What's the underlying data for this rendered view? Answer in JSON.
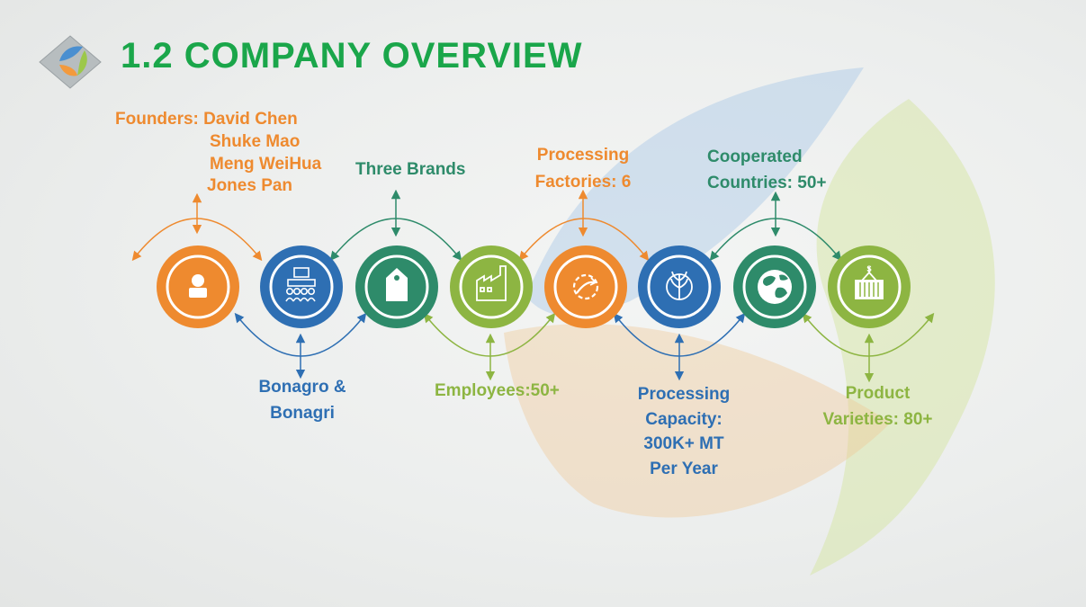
{
  "title": "1.2 COMPANY OVERVIEW",
  "colors": {
    "title_green": "#1aa64a",
    "orange": "#ee8a2f",
    "blue": "#2e6fb3",
    "teal": "#2e8b6a",
    "green": "#8db542"
  },
  "timeline": {
    "circles": [
      {
        "icon": "person-icon",
        "color": "#ee8a2f"
      },
      {
        "icon": "board-meeting-icon",
        "color": "#2e6fb3"
      },
      {
        "icon": "tag-icon",
        "color": "#2e8b6a"
      },
      {
        "icon": "factory-icon",
        "color": "#8db542"
      },
      {
        "icon": "gear-process-icon",
        "color": "#ee8a2f"
      },
      {
        "icon": "wheat-icon",
        "color": "#2e6fb3"
      },
      {
        "icon": "globe-icon",
        "color": "#2e8b6a"
      },
      {
        "icon": "cargo-container-icon",
        "color": "#8db542"
      }
    ]
  },
  "labels": {
    "founders": {
      "prefix": "Founders:",
      "names": [
        "David Chen",
        "Shuke Mao",
        "Meng WeiHua",
        "Jones Pan"
      ]
    },
    "brands_owned": {
      "line1": "Bonagro &",
      "line2": "Bonagri"
    },
    "three_brands": "Three Brands",
    "employees": "Employees:50+",
    "factories": {
      "line1": "Processing",
      "line2": "Factories: 6"
    },
    "capacity": {
      "line1": "Processing",
      "line2": "Capacity:",
      "line3": "300K+ MT",
      "line4": "Per Year"
    },
    "countries": {
      "line1": "Cooperated",
      "line2": "Countries: 50+"
    },
    "varieties": {
      "line1": "Product",
      "line2": "Varieties: 80+"
    }
  }
}
